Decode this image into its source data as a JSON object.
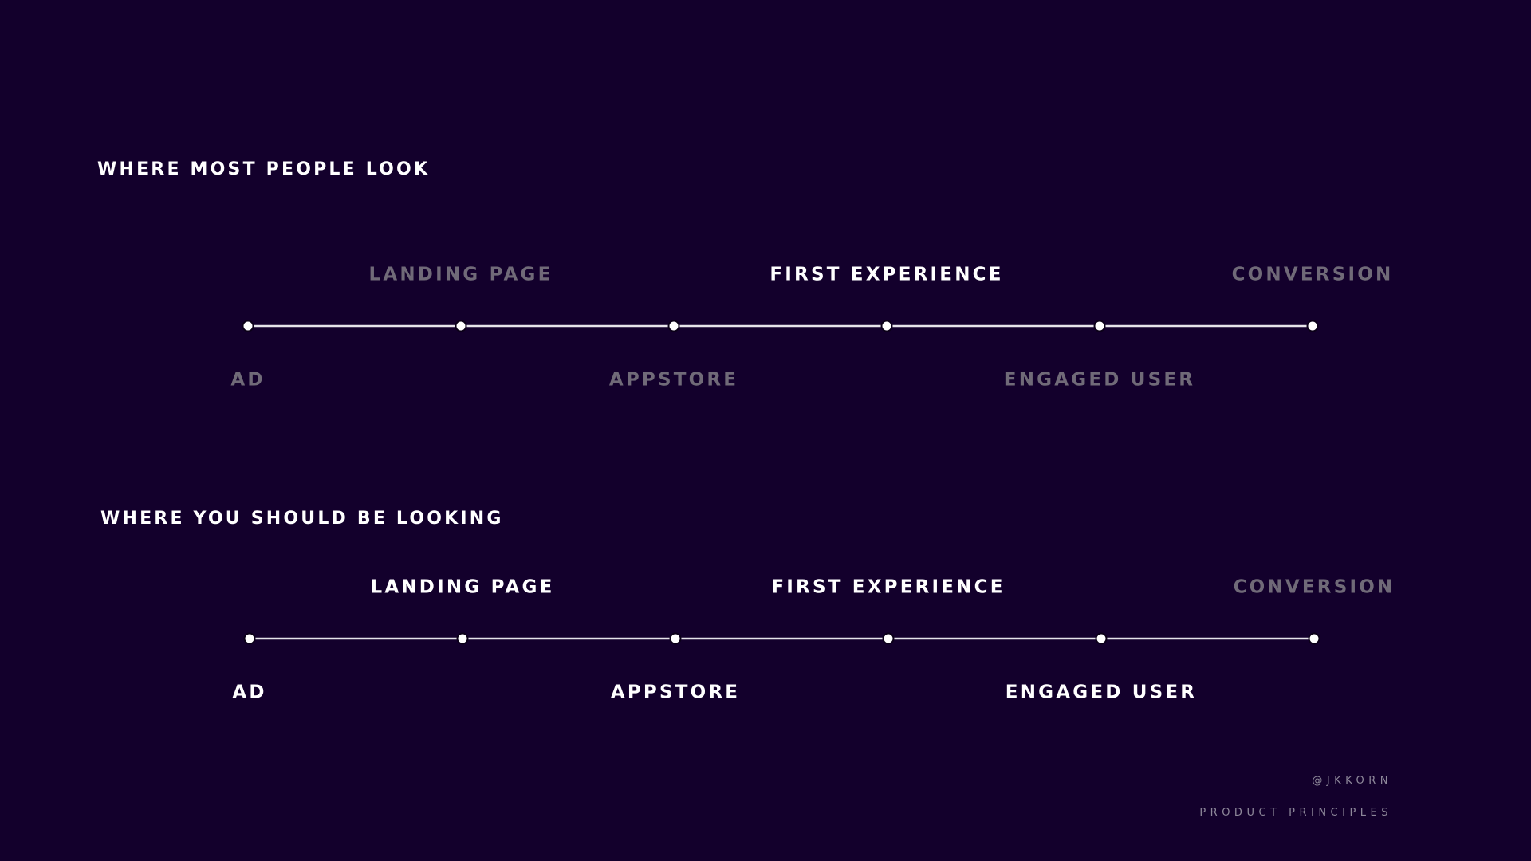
{
  "sections": [
    {
      "title": "WHERE MOST PEOPLE LOOK",
      "stages": [
        {
          "label": "AD",
          "highlighted": false
        },
        {
          "label": "LANDING PAGE",
          "highlighted": false
        },
        {
          "label": "APPSTORE",
          "highlighted": false
        },
        {
          "label": "FIRST EXPERIENCE",
          "highlighted": true
        },
        {
          "label": "ENGAGED USER",
          "highlighted": false
        },
        {
          "label": "CONVERSION",
          "highlighted": false
        }
      ]
    },
    {
      "title": "WHERE YOU SHOULD BE LOOKING",
      "stages": [
        {
          "label": "AD",
          "highlighted": true
        },
        {
          "label": "LANDING PAGE",
          "highlighted": true
        },
        {
          "label": "APPSTORE",
          "highlighted": true
        },
        {
          "label": "FIRST EXPERIENCE",
          "highlighted": true
        },
        {
          "label": "ENGAGED USER",
          "highlighted": true
        },
        {
          "label": "CONVERSION",
          "highlighted": false
        }
      ]
    }
  ],
  "footer": {
    "handle": "@JKKORN",
    "series": "PRODUCT PRINCIPLES"
  },
  "colors": {
    "background": "#13002c",
    "highlight": "#ffffff",
    "muted": "#706a78",
    "line": "#e6e4ea",
    "footer": "#8e889a"
  }
}
